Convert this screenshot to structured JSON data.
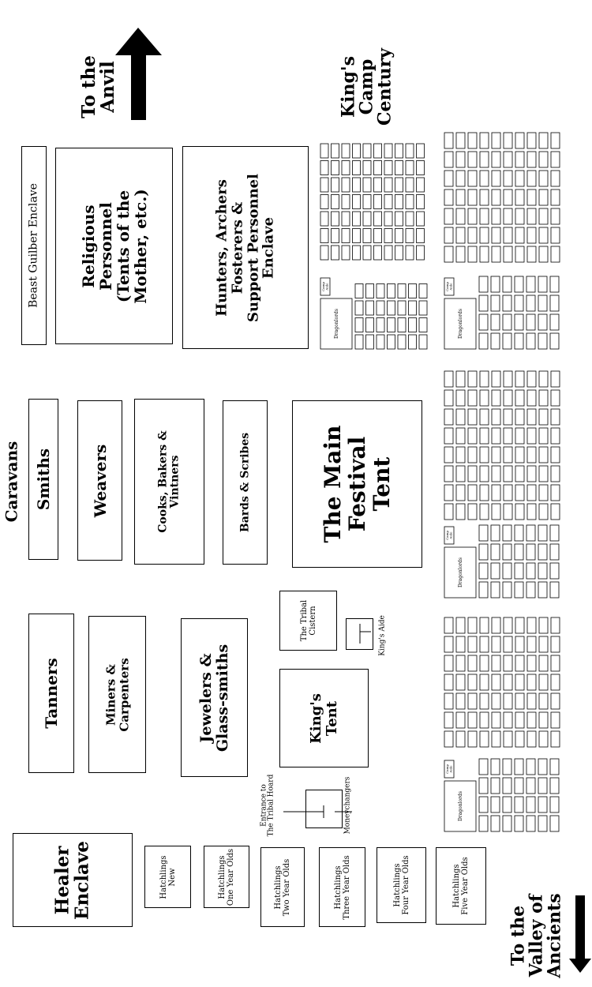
{
  "directions": {
    "anvil": "To the\nAnvil",
    "valley": "To the\nValley of\nAncients"
  },
  "kings_camp": "King's\nCamp\nCentury",
  "caravans": "Caravans",
  "enclaves": {
    "beast": "Beast Guilber Enclave",
    "religious": "Religious\nPersonnel\n(Tents of the\nMother, etc.)",
    "hunters": "Hunters, Archers\nFosterers &\nSupport Personnel\nEnclave",
    "smiths": "Smiths",
    "weavers": "Weavers",
    "cooks": "Cooks, Bakers &\nVintners",
    "bards": "Bards & Scribes",
    "festival": "The Main\nFestival\nTent",
    "tanners": "Tanners",
    "miners": "Miners &\nCarpenters",
    "jewelers": "Jewelers &\nGlass-smiths",
    "cistern": "The Tribal\nCistern",
    "kings_aide": "King's Aide",
    "kings_tent": "King's\nTent",
    "hoard": "Entrance to\nThe Tribal Hoard",
    "moneychangers": "Moneychangers",
    "healer": "Healer\nEnclave"
  },
  "hatchlings": [
    "Hatchlings\nNew",
    "Hatchlings\nOne Year Olds",
    "Hatchlings\nTwo Year Olds",
    "Hatchlings\nThree Year Olds",
    "Hatchlings\nFour Year Olds",
    "Hatchlings\nFive Year Olds"
  ],
  "century_labels": {
    "dragonlord": "Dragonlords",
    "camp_aide": "Camp\nAide"
  }
}
